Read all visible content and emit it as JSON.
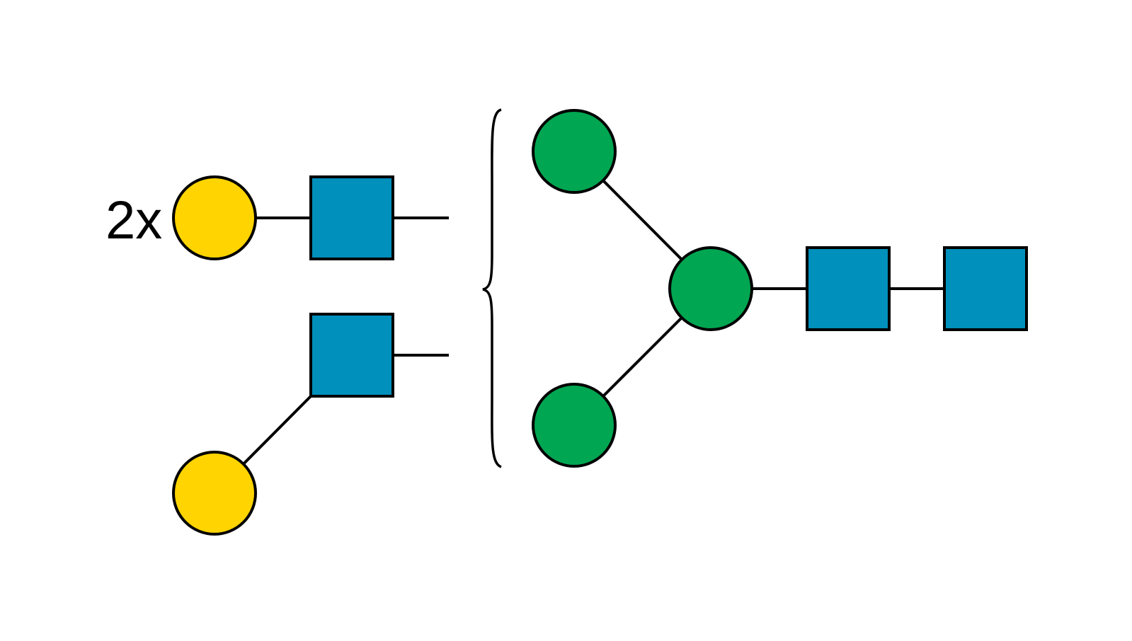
{
  "diagram": {
    "repeat_label": "2x",
    "colors": {
      "galactose": "#FFD400",
      "glcnac": "#0090BC",
      "mannose": "#00A651",
      "outline": "#000000"
    },
    "residues": [
      {
        "id": "gal-1",
        "icon": "yellow-circle",
        "type": "galactose"
      },
      {
        "id": "glcnac-1",
        "icon": "blue-square",
        "type": "glcnac"
      },
      {
        "id": "glcnac-2",
        "icon": "blue-square",
        "type": "glcnac"
      },
      {
        "id": "gal-2",
        "icon": "yellow-circle",
        "type": "galactose"
      },
      {
        "id": "man-top",
        "icon": "green-circle",
        "type": "mannose"
      },
      {
        "id": "man-core",
        "icon": "green-circle",
        "type": "mannose"
      },
      {
        "id": "man-bottom",
        "icon": "green-circle",
        "type": "mannose"
      },
      {
        "id": "glcnac-core-1",
        "icon": "blue-square",
        "type": "glcnac"
      },
      {
        "id": "glcnac-core-2",
        "icon": "blue-square",
        "type": "glcnac"
      }
    ]
  }
}
